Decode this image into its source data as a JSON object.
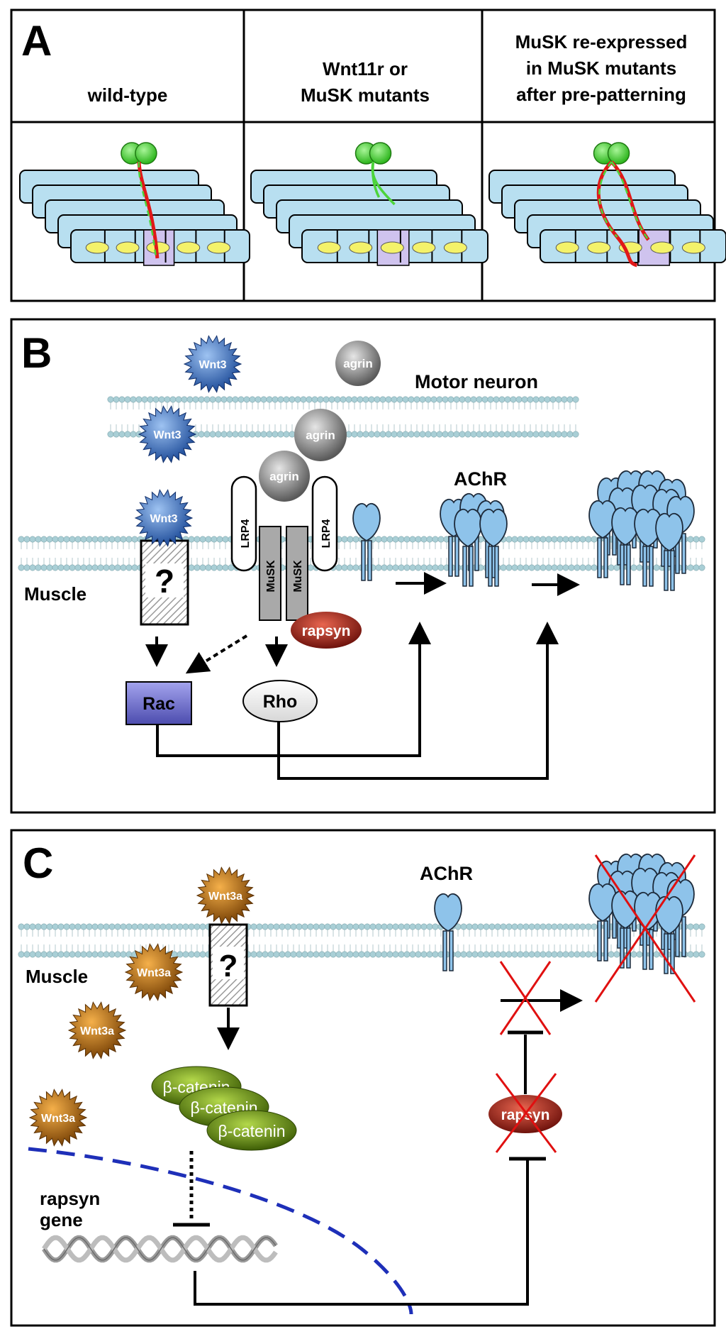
{
  "panel_a": {
    "letter": "A",
    "columns": [
      {
        "lines": [
          "wild-type"
        ]
      },
      {
        "lines": [
          "Wnt11r or",
          "MuSK mutants"
        ]
      },
      {
        "lines": [
          "MuSK re-expressed",
          "in MuSK mutants",
          "after pre-patterning"
        ]
      }
    ]
  },
  "panel_b": {
    "letter": "B",
    "motor_neuron": "Motor neuron",
    "muscle": "Muscle",
    "wnt": "Wnt3",
    "agrin": "agrin",
    "lrp4": "LRP4",
    "musk": "MuSK",
    "rapsyn": "rapsyn",
    "receptor": "?",
    "rac": "Rac",
    "rho": "Rho",
    "achr": "AChR"
  },
  "panel_c": {
    "letter": "C",
    "muscle": "Muscle",
    "wnt": "Wnt3a",
    "receptor": "?",
    "catenin": "β-catenin",
    "achr": "AChR",
    "rapsyn": "rapsyn",
    "gene_line1": "rapsyn",
    "gene_line2": "gene"
  },
  "colors": {
    "cell_fill": "#b8dff0",
    "junction_fill": "#cfc3ee",
    "nucleus": "#f4f26a",
    "neuron_green": "#4cd43a",
    "axon_red": "#e01818",
    "wnt3": "#2e5fb0",
    "wnt3a": "#b8700e",
    "agrin": "#8a8a8a",
    "rapsyn": "#a3221a",
    "rac": "#6f6fcc",
    "catenin": "#6e9a10",
    "achr": "#8ec3ea",
    "membrane": "#a9cfd6",
    "nucleus_border": "#1e2fb8",
    "cross": "#e01010"
  }
}
